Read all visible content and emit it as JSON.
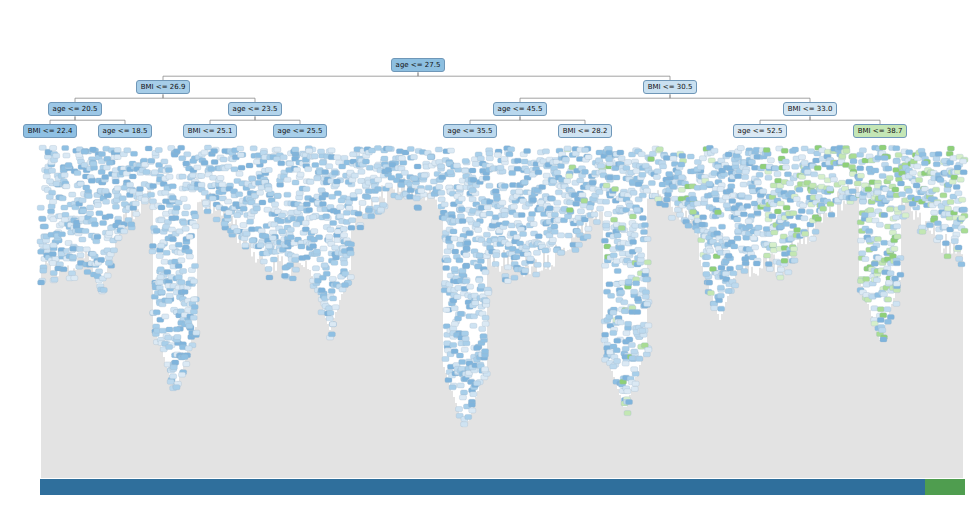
{
  "diagram": {
    "nodes": [
      {
        "text": [
          "age <= 27.5"
        ]
      },
      {
        "text": [
          "BMI <= 26.9"
        ]
      },
      {
        "text": [
          "BMI <= 30.5"
        ]
      },
      {
        "text": [
          "age <= 20.5"
        ]
      },
      {
        "text": [
          "age <= 23.5"
        ]
      },
      {
        "text": [
          "age <= 45.5"
        ]
      },
      {
        "text": [
          "BMI <= 33.0"
        ]
      },
      {
        "text": [
          "BMI <= 22.4"
        ]
      },
      {
        "text": [
          "age <= 18.5"
        ]
      },
      {
        "text": [
          "BMI <= 25.1"
        ]
      },
      {
        "text": [
          "age <= 25.5"
        ]
      },
      {
        "text": [
          "age <= 35.5"
        ]
      },
      {
        "text": [
          "BMI <= 28.2"
        ]
      },
      {
        "text": [
          "age <= 52.5"
        ]
      },
      {
        "text": [
          "BMI <= 38.7"
        ]
      }
    ],
    "edges": [
      {
        "from": 0,
        "to": 1,
        "arrow": "none"
      },
      {
        "from": 0,
        "to": 2,
        "arrow": "none"
      },
      {
        "from": 1,
        "to": 3,
        "arrow": "none"
      },
      {
        "from": 1,
        "to": 4,
        "arrow": "none"
      },
      {
        "from": 2,
        "to": 5,
        "arrow": "none"
      },
      {
        "from": 2,
        "to": 6,
        "arrow": "none"
      },
      {
        "from": 3,
        "to": 7,
        "arrow": "none"
      },
      {
        "from": 3,
        "to": 8,
        "arrow": "none"
      },
      {
        "from": 4,
        "to": 9,
        "arrow": "none"
      },
      {
        "from": 4,
        "to": 10,
        "arrow": "none"
      },
      {
        "from": 5,
        "to": 11,
        "arrow": "none"
      },
      {
        "from": 5,
        "to": 12,
        "arrow": "none"
      },
      {
        "from": 6,
        "to": 13,
        "arrow": "none"
      },
      {
        "from": 6,
        "to": 14,
        "arrow": "none"
      }
    ]
  }
}
